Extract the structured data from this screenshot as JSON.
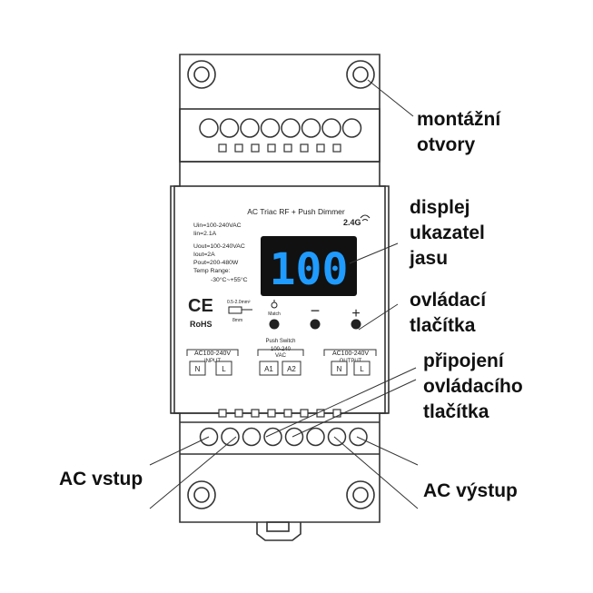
{
  "device": {
    "product_name": "AC Triac RF + Push Dimmer",
    "rf_badge": "2.4G",
    "specs": [
      "Uin=100-240VAC",
      "Iin=2.1A",
      "Uout=100-240VAC",
      "Iout=2A",
      "Pout=200-480W",
      "Temp Range:",
      "-30°C~+55°C"
    ],
    "display_value": "100",
    "ce_mark": "CE",
    "rohs_mark": "RoHS",
    "wire_spec": "0.5-2.0mm²",
    "strip_length": "8mm",
    "buttons": [
      {
        "label": "Match"
      },
      {
        "label": "−"
      },
      {
        "label": "+"
      }
    ],
    "input_block": {
      "title": "AC100-240V",
      "subtitle": "INPUT",
      "terminals": [
        "N",
        "L"
      ]
    },
    "push_block": {
      "title": "Push Switch",
      "subtitle1": "100-240",
      "subtitle2": "VAC",
      "terminals": [
        "A1",
        "A2"
      ]
    },
    "output_block": {
      "title": "AC100-240V",
      "subtitle": "OUTPUT",
      "terminals": [
        "N",
        "L"
      ]
    }
  },
  "callouts": {
    "mounting_holes": [
      "montážní",
      "otvory"
    ],
    "display": [
      "displej",
      "ukazatel",
      "jasu"
    ],
    "controls": [
      "ovládací",
      "tlačítka"
    ],
    "button_connection": [
      "připojení",
      "ovládacího",
      "tlačítka"
    ],
    "ac_input": [
      "AC vstup"
    ],
    "ac_output": [
      "AC výstup"
    ]
  },
  "colors": {
    "outline": "#333333",
    "display_bg": "#111111",
    "display_digits": "#1f9bff",
    "text": "#111111"
  }
}
